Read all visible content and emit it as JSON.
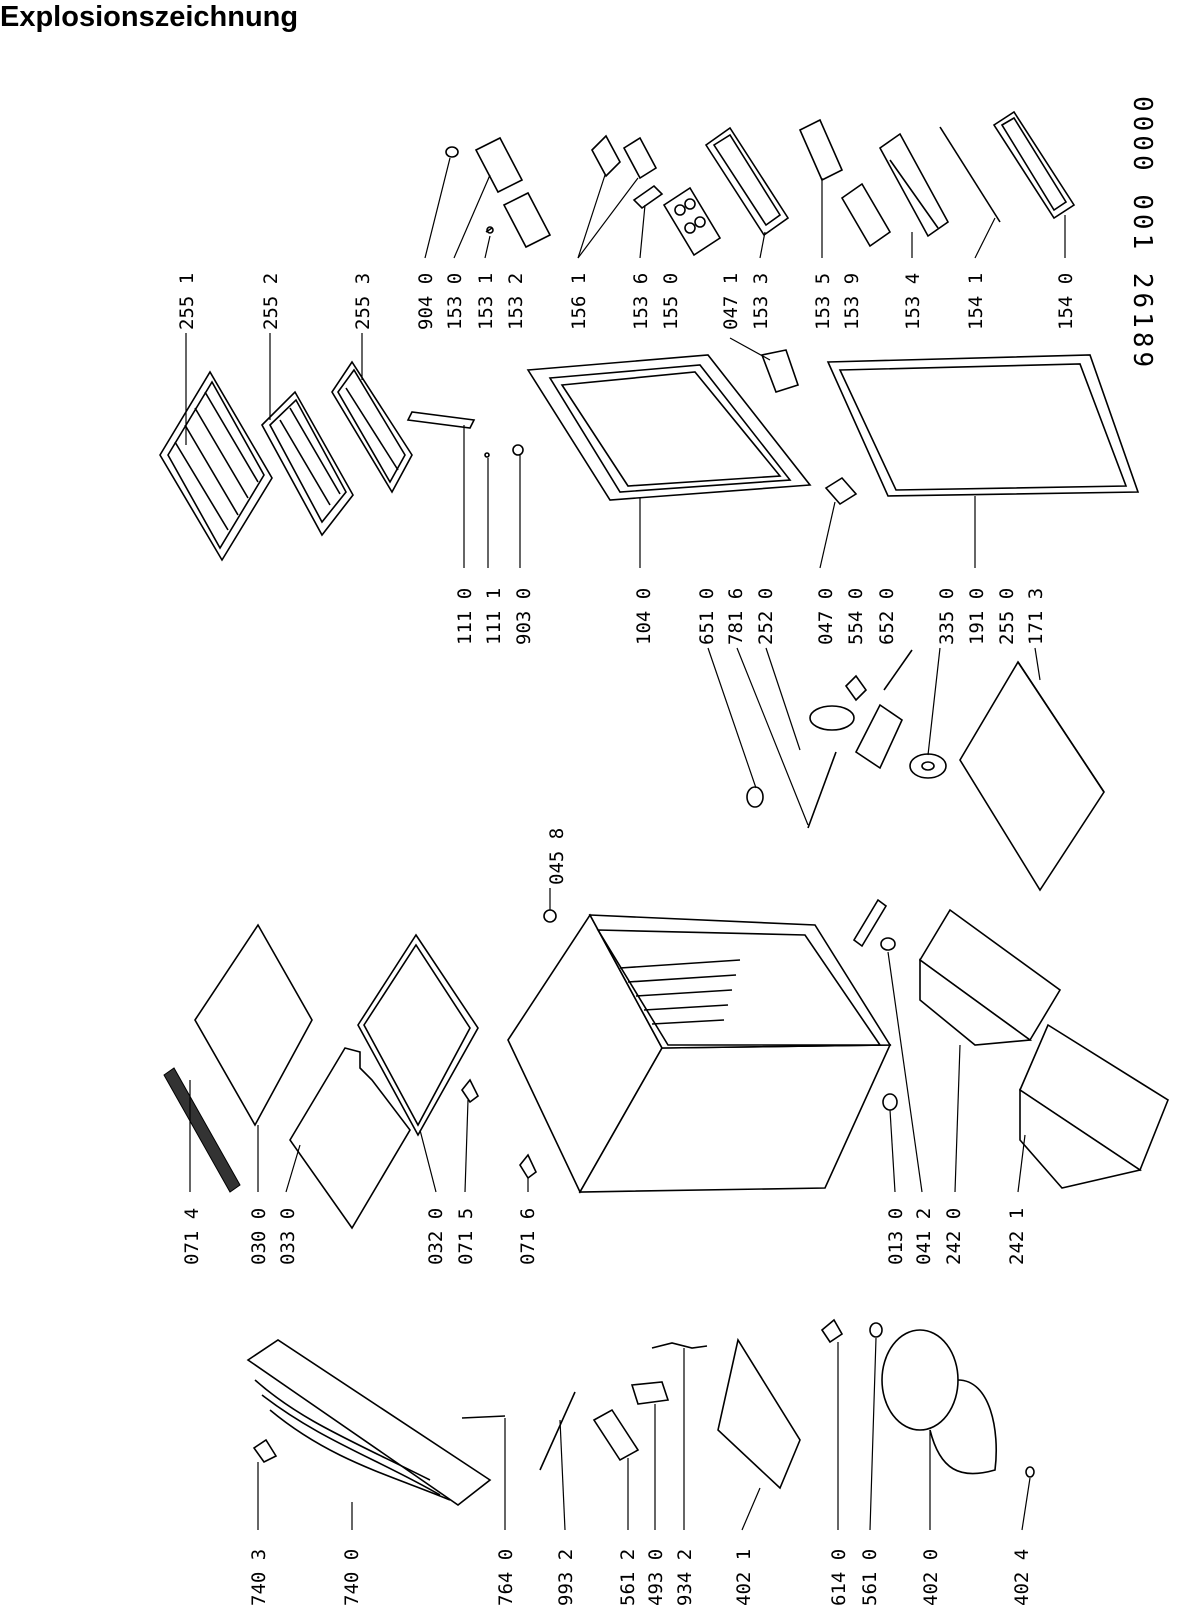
{
  "title": "Explosionszeichnung",
  "document_number": "0000 001 26189",
  "labels": [
    "255 1",
    "255 2",
    "255 3",
    "904 0",
    "153 0",
    "153 1",
    "153 2",
    "156 1",
    "153 6",
    "155 0",
    "047 1",
    "153 3",
    "153 5",
    "153 9",
    "153 4",
    "154 1",
    "154 0",
    "111 0",
    "111 1",
    "903 0",
    "104 0",
    "651 0",
    "781 6",
    "252 0",
    "047 0",
    "554 0",
    "652 0",
    "335 0",
    "191 0",
    "255 0",
    "171 3",
    "045 8",
    "071 4",
    "030 0",
    "033 0",
    "032 0",
    "071 5",
    "071 6",
    "013 0",
    "041 2",
    "242 0",
    "242 1",
    "740 3",
    "740 0",
    "764 0",
    "993 2",
    "561 2",
    "493 0",
    "934 2",
    "402 1",
    "614 0",
    "561 0",
    "402 0",
    "402 4"
  ]
}
